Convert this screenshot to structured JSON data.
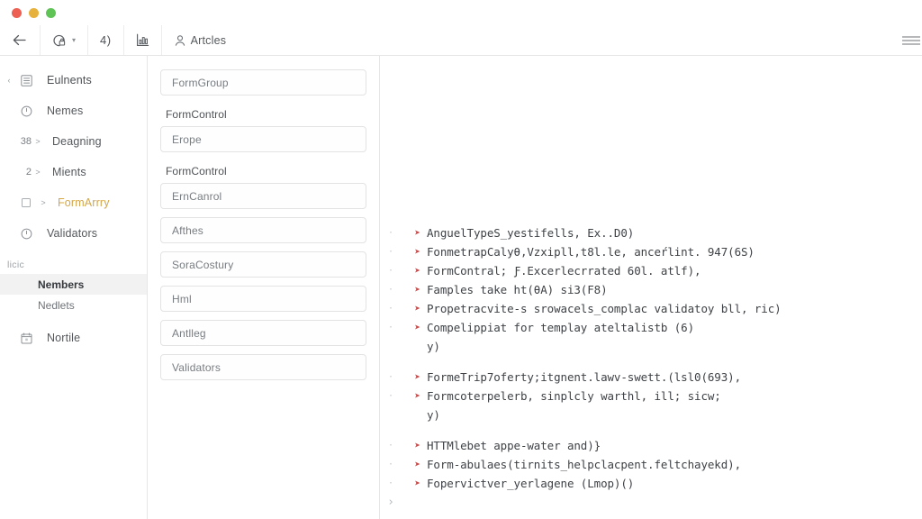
{
  "window": {
    "traffic_lights": [
      "close",
      "minimize",
      "maximize"
    ]
  },
  "toolbar": {
    "back_icon": "arrow-left-icon",
    "lock_icon": "lock-icon",
    "lock_chevron": "chevron-down-icon",
    "count_label": "4)",
    "chart_icon": "bar-chart-icon",
    "person_icon": "person-icon",
    "section_label": "Artcles",
    "menu_icon": "hamburger-menu-icon"
  },
  "sidebar": {
    "header": {
      "collapse_icon": "chevron-left-icon",
      "list_icon": "list-icon",
      "label": "Eulnents"
    },
    "items": [
      {
        "label": "Nemes",
        "icon": "clock-icon",
        "num": "",
        "caret": "",
        "accent": false
      },
      {
        "label": "Deagning",
        "icon": "",
        "num": "38",
        "caret": ">",
        "accent": false
      },
      {
        "label": "Mients",
        "icon": "",
        "num": "2",
        "caret": ">",
        "accent": false
      },
      {
        "label": "FormArrry",
        "icon": "checkbox-icon",
        "num": "",
        "caret": ">",
        "accent": true
      },
      {
        "label": "Validators",
        "icon": "clock-icon",
        "num": "",
        "caret": "",
        "accent": false
      }
    ],
    "section_label": "licic",
    "sub_items": [
      {
        "label": "Nembers",
        "selected": true
      },
      {
        "label": "Nedlets",
        "selected": false
      }
    ],
    "footer_item": {
      "label": "Nortile",
      "icon": "calendar-icon"
    }
  },
  "form": {
    "group_value": "FormGroup",
    "fields": [
      {
        "label": "FormControl",
        "value": "Erope"
      },
      {
        "label": "FormControl",
        "value": "ErnCanrol"
      }
    ],
    "extra_inputs": [
      "Afthes",
      "SoraCostury",
      "Hml",
      "Antlleg",
      "Validators"
    ]
  },
  "code": {
    "marker": "➤",
    "marker_color": "#c44a4a",
    "blocks": [
      {
        "lines": [
          {
            "marker": true,
            "text": "AnguelTypeS_yestifells, Ex..D0)"
          },
          {
            "marker": true,
            "text": "FonmetrapCalyθ,Vzxipll,t8l.le, anceŕlint. 947(6S)"
          },
          {
            "marker": true,
            "text": "FormContral; Ƒ.Excerlecrrated 60l. atlf),"
          },
          {
            "marker": true,
            "text": "Famples take ht(θA) si3(F8)"
          },
          {
            "marker": true,
            "text": "Propetracvite-s srowacels_complac validatoy bll, ric)"
          },
          {
            "marker": true,
            "text": "Compelippiat for templay ateltalistb (6)"
          },
          {
            "marker": false,
            "text": "y)"
          }
        ]
      },
      {
        "lines": [
          {
            "marker": true,
            "text": "FormeTrip7oferty;itgnent.lawv-swett.(lsl0(693),"
          },
          {
            "marker": true,
            "text": "Formcoterpelerb, sinplcly warthl, ill; sicw;"
          },
          {
            "marker": false,
            "text": "y)"
          }
        ]
      },
      {
        "lines": [
          {
            "marker": true,
            "text": "HTTMlebet appe-water and)}"
          },
          {
            "marker": true,
            "text": "Form-abulaes(tirnits_helpclacpent.feltchayekd),"
          },
          {
            "marker": true,
            "text": "Fopervictver_yerlagene (Lmop)()"
          }
        ]
      }
    ],
    "prompt": "›"
  },
  "colors": {
    "accent_gold": "#d3a74a",
    "code_marker": "#c44a4a",
    "selection_bg": "#f2f2f2",
    "border": "#e6e6e6"
  }
}
